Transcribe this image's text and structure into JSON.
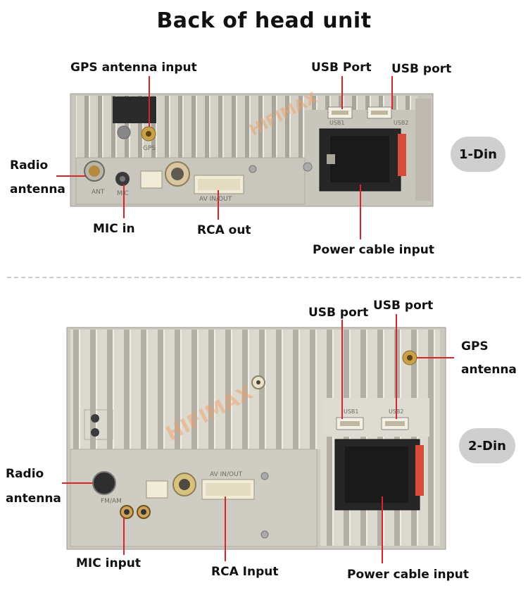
{
  "title": "Back of head unit",
  "top_unit": {
    "badge": "1-Din",
    "labels": {
      "gps_antenna_input": "GPS antenna input",
      "usb_port_1": "USB Port",
      "usb_port_2": "USB port",
      "radio_antenna_line1": "Radio",
      "radio_antenna_line2": "antenna",
      "mic_in": "MIC in",
      "rca_out": "RCA out",
      "power_cable_input": "Power cable input"
    },
    "panel_marks": {
      "ant": "ANT",
      "mic": "MIC",
      "gps": "GPS",
      "av_inout": "AV IN/OUT",
      "usb1": "USB1",
      "usb2": "USB2"
    }
  },
  "bottom_unit": {
    "badge": "2-Din",
    "labels": {
      "usb_port_1": "USB port",
      "usb_port_2": "USB port",
      "gps_antenna_line1": "GPS",
      "gps_antenna_line2": "antenna",
      "radio_antenna_line1": "Radio",
      "radio_antenna_line2": "antenna",
      "mic_input": "MIC input",
      "rca_input": "RCA Input",
      "power_cable_input": "Power cable input"
    },
    "panel_marks": {
      "fm_am": "FM/AM",
      "av_inout": "AV IN/OUT",
      "usb1": "USB1",
      "usb2": "USB2"
    }
  },
  "watermark": "HIFIMAX",
  "colors": {
    "pointer_line": "#d7262b",
    "badge_bg": "#cfcfcf",
    "panel_metal": "#c9c6bd",
    "watermark": "#f0a36b"
  }
}
